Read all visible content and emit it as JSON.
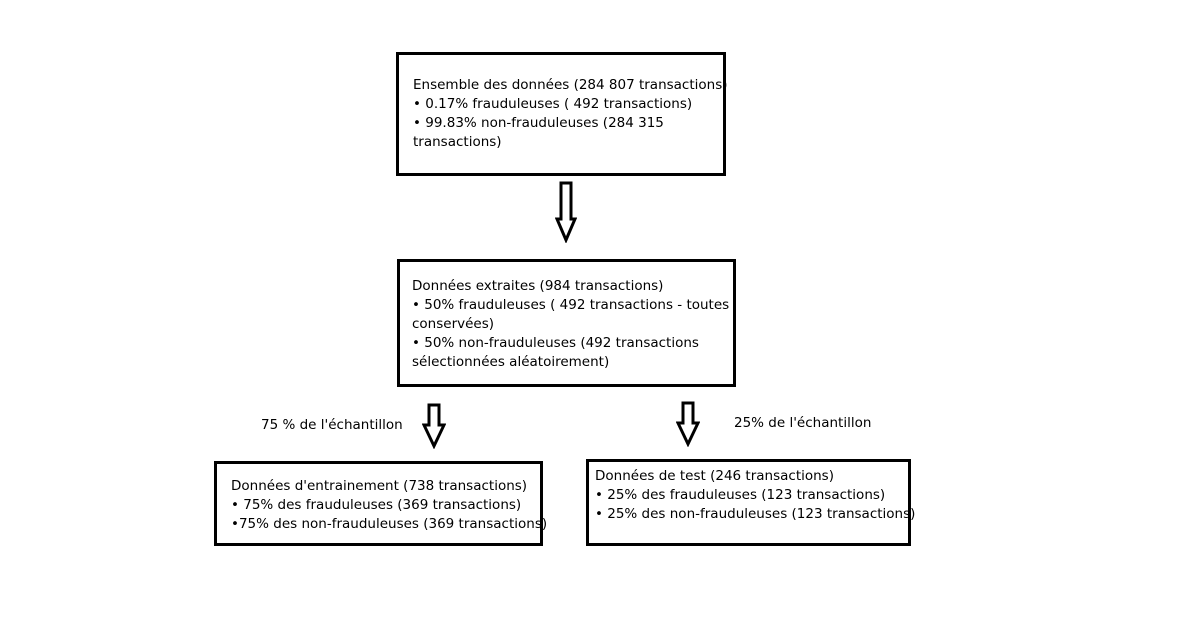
{
  "dataset_box": {
    "title": "Ensemble des données (284 807 transactions)",
    "line1": "• 0.17% frauduleuses ( 492 transactions)",
    "line2a": "• 99.83% non-frauduleuses (284  315",
    "line2b": "transactions)"
  },
  "extracted_box": {
    "title": "Données extraites (984 transactions)",
    "line1a": "• 50% frauduleuses ( 492 transactions - toutes",
    "line1b": "conservées)",
    "line2a": "• 50% non-frauduleuses (492 transactions",
    "line2b": "sélectionnées aléatoirement)"
  },
  "training_box": {
    "title": "Données d'entrainement (738 transactions)",
    "line1": "• 75% des frauduleuses (369 transactions)",
    "line2": "•75% des non-frauduleuses (369 transactions)"
  },
  "test_box": {
    "title": "Données de test (246 transactions)",
    "line1": "• 25% des frauduleuses (123 transactions)",
    "line2": "• 25% des non-frauduleuses (123 transactions)"
  },
  "labels": {
    "left_split": "75 % de l'échantillon",
    "right_split": "25% de l'échantillon"
  }
}
